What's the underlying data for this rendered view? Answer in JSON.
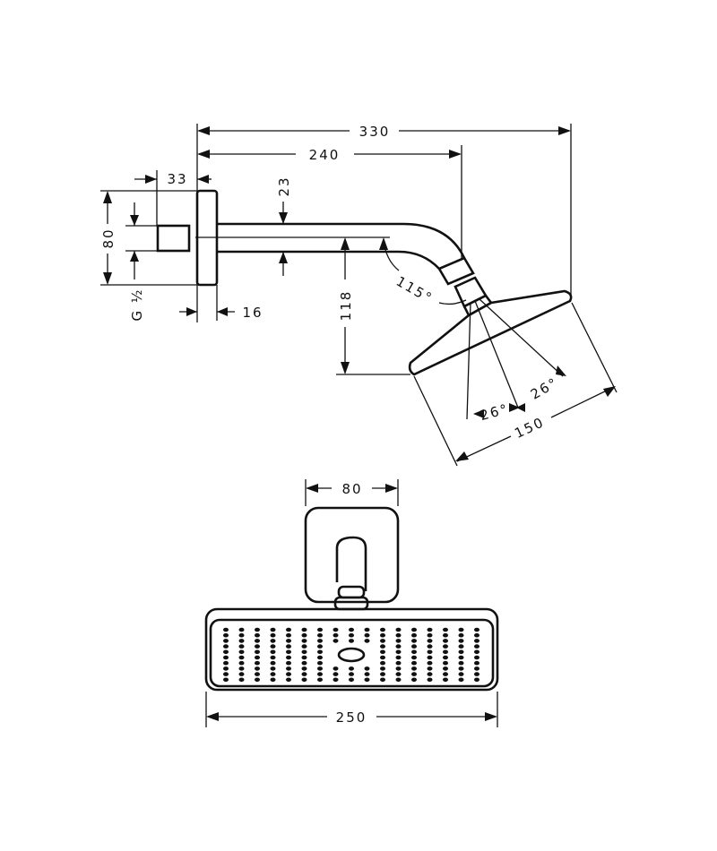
{
  "side_view": {
    "dim_total_length": "330",
    "dim_arm_length": "240",
    "dim_nipple_length": "33",
    "dim_arm_diameter": "23",
    "dim_escutcheon_height": "80",
    "dim_thread": "G ½",
    "dim_escutcheon_depth": "16",
    "dim_height_drop": "118",
    "dim_arm_angle": "115°",
    "dim_tilt_left": "26°",
    "dim_tilt_right": "26°",
    "dim_head_diameter": "150"
  },
  "front_view": {
    "dim_escutcheon_width": "80",
    "dim_head_width": "250"
  },
  "colors": {
    "line": "#111111",
    "background": "#ffffff"
  }
}
